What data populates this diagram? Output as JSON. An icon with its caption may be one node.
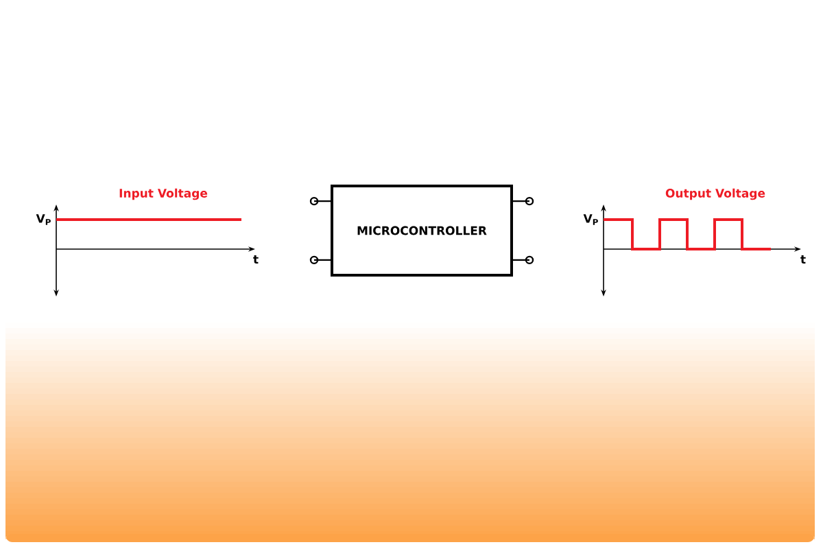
{
  "diagram": {
    "nodes": [
      {
        "text": [
          "MICROCONTROLLER"
        ]
      }
    ],
    "labels": [
      "Input Voltage",
      "V$_{P}$",
      "t",
      "Output Voltage",
      "V$_{P}$",
      "t"
    ]
  }
}
